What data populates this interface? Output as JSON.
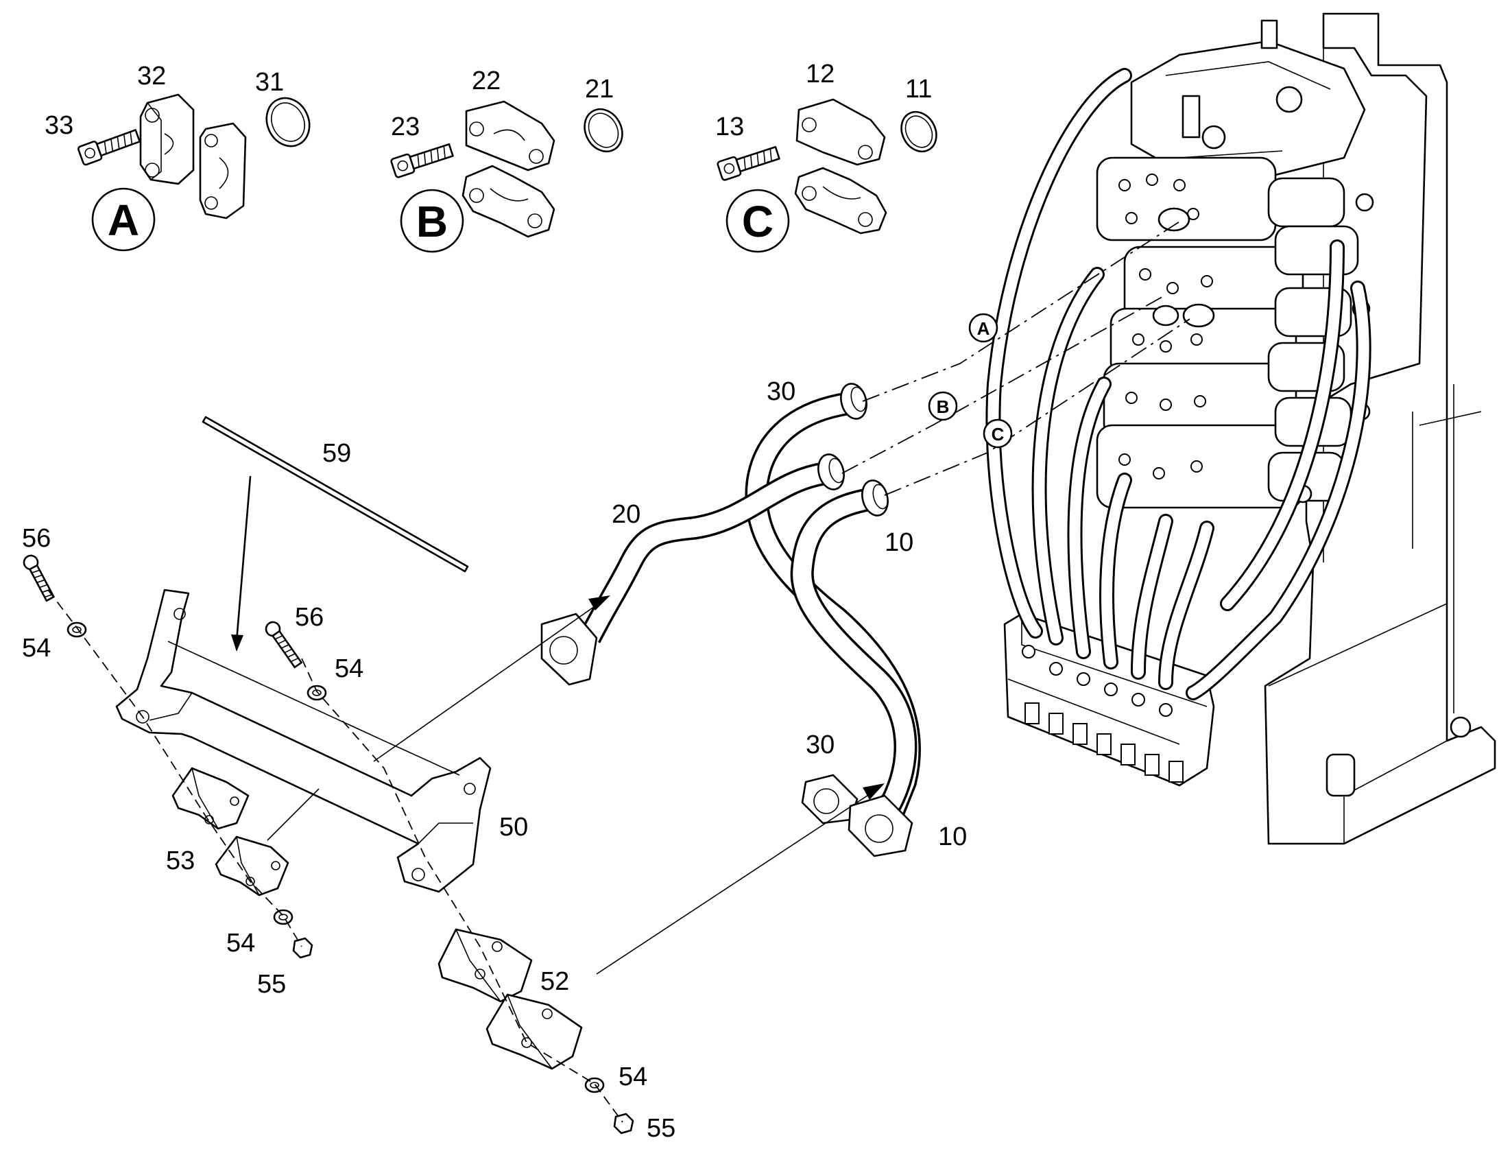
{
  "kit_labels": {
    "a": {
      "letter": "A",
      "bolt": "33",
      "flange": "32",
      "ring": "31"
    },
    "b": {
      "letter": "B",
      "bolt": "23",
      "flange": "22",
      "ring": "21"
    },
    "c": {
      "letter": "C",
      "letter_text": "C",
      "bolt": "13",
      "flange": "12",
      "ring": "11"
    }
  },
  "port_markers": [
    "A",
    "B",
    "C"
  ],
  "callouts": {
    "pipe_30_top": "30",
    "pipe_20": "20",
    "pipe_10_top": "10",
    "rod_59": "59",
    "bolt_56_left": "56",
    "bolt_56_mid": "56",
    "washer_54_left": "54",
    "washer_54_mid": "54",
    "washer_54_low": "54",
    "washer_54_right": "54",
    "bracket_50": "50",
    "clamp_53": "53",
    "clamp_52": "52",
    "nut_55_left": "55",
    "nut_55_right": "55",
    "pipe_30_bottom": "30",
    "pipe_10_bottom": "10"
  }
}
